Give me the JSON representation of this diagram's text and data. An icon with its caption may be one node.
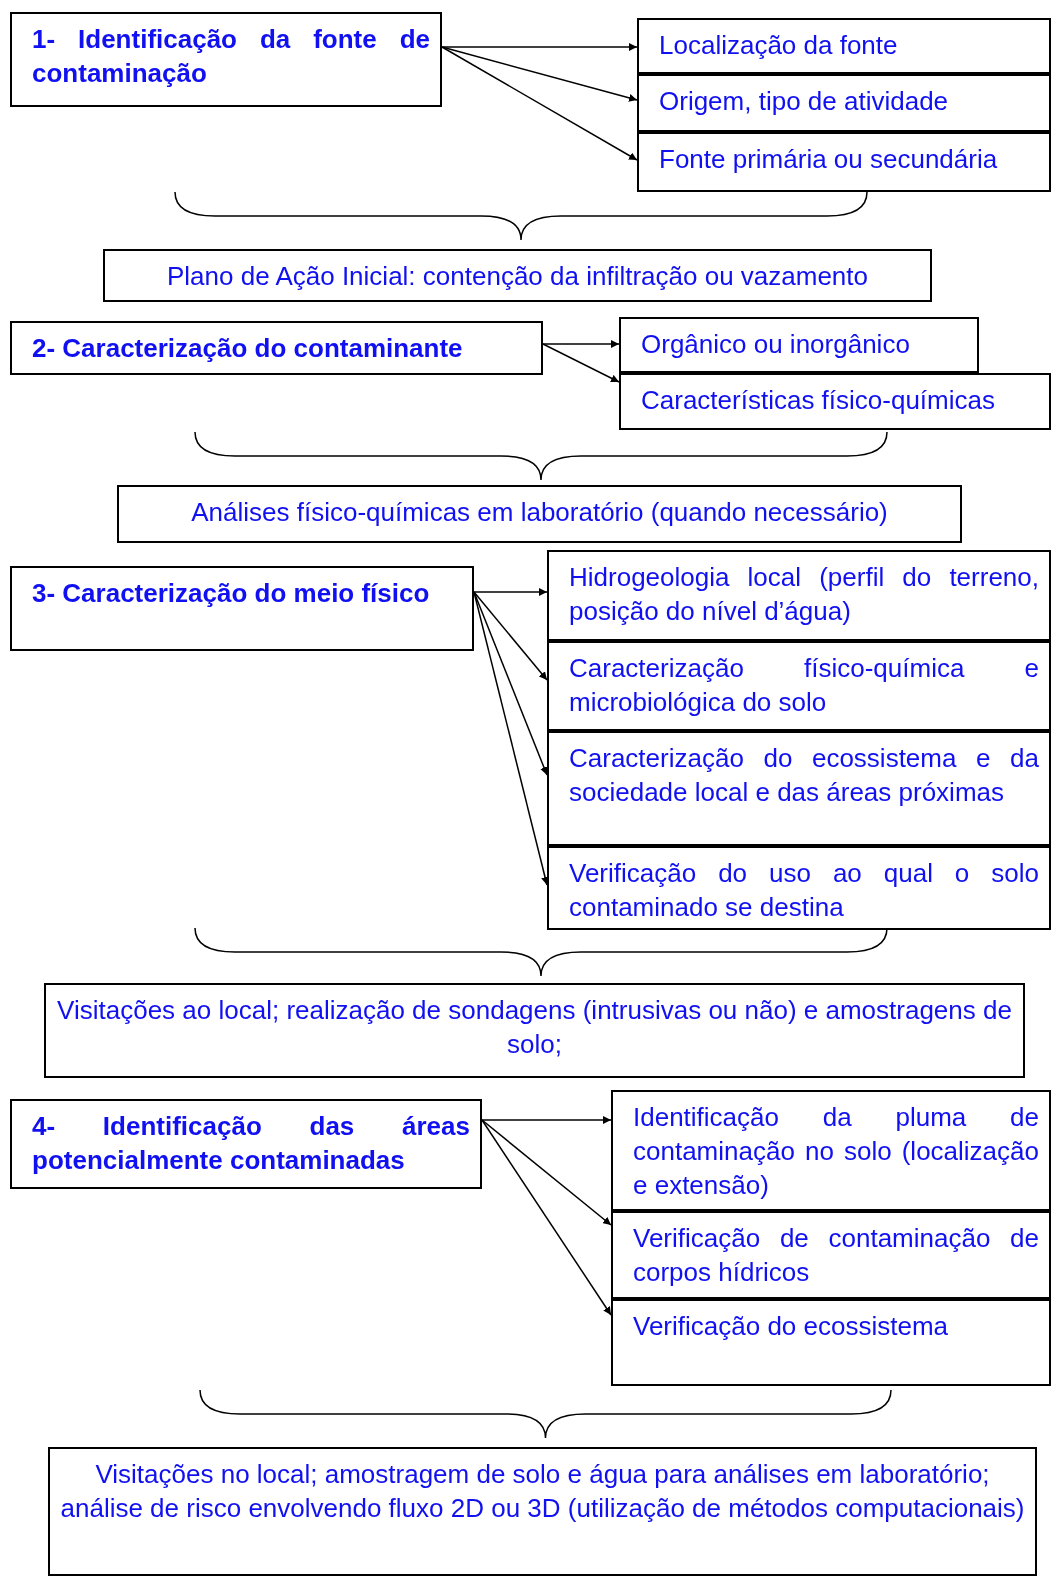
{
  "diagram": {
    "nodes": [
      {
        "text": [
          "1- Identificação da fonte de contaminação"
        ]
      },
      {
        "text": [
          "Localização da fonte"
        ]
      },
      {
        "text": [
          "Origem, tipo de atividade"
        ]
      },
      {
        "text": [
          "Fonte primária ou secundária"
        ]
      },
      {
        "text": [
          "Plano de Ação Inicial: contenção da infiltração ou vazamento"
        ]
      },
      {
        "text": [
          "2- Caracterização do contaminante"
        ]
      },
      {
        "text": [
          "Orgânico ou inorgânico"
        ]
      },
      {
        "text": [
          "Características físico-químicas"
        ]
      },
      {
        "text": [
          "Análises físico-químicas em laboratório (quando necessário)"
        ]
      },
      {
        "text": [
          "3- Caracterização do meio físico"
        ]
      },
      {
        "text": [
          "Hidrogeologia local (perfil do terreno, posição do nível d’água)"
        ]
      },
      {
        "text": [
          "Caracterização físico-química e microbiológica do solo"
        ]
      },
      {
        "text": [
          "Caracterização do ecossistema e da sociedade local e das áreas próximas"
        ]
      },
      {
        "text": [
          "Verificação do uso ao qual o solo contaminado se destina"
        ]
      },
      {
        "text": [
          "Visitações ao local; realização de sondagens (intrusivas ou não) e amostragens de solo;"
        ]
      },
      {
        "text": [
          "4- Identificação das áreas potencialmente contaminadas"
        ]
      },
      {
        "text": [
          "Identificação da pluma de contaminação no solo (localização e extensão)"
        ]
      },
      {
        "text": [
          "Verificação de contaminação de corpos hídricos"
        ]
      },
      {
        "text": [
          "Verificação do ecossistema"
        ]
      },
      {
        "text": [
          "Visitações no local; amostragem de solo e água para análises em laboratório; análise de risco envolvendo fluxo 2D ou 3D (utilização de métodos computacionais)"
        ]
      }
    ],
    "edges": [
      {
        "from": 0,
        "to": 1,
        "arrow": "to"
      },
      {
        "from": 0,
        "to": 2,
        "arrow": "to"
      },
      {
        "from": 0,
        "to": 3,
        "arrow": "to"
      },
      {
        "from": 5,
        "to": 6,
        "arrow": "to"
      },
      {
        "from": 5,
        "to": 7,
        "arrow": "to"
      },
      {
        "from": 9,
        "to": 10,
        "arrow": "to"
      },
      {
        "from": 9,
        "to": 11,
        "arrow": "to"
      },
      {
        "from": 9,
        "to": 12,
        "arrow": "to"
      },
      {
        "from": 9,
        "to": 13,
        "arrow": "to"
      },
      {
        "from": 15,
        "to": 16,
        "arrow": "to"
      },
      {
        "from": 15,
        "to": 17,
        "arrow": "to"
      },
      {
        "from": 15,
        "to": 18,
        "arrow": "to"
      }
    ]
  }
}
